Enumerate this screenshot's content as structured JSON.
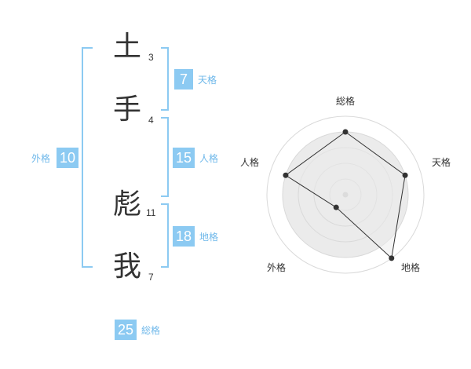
{
  "name": {
    "chars": [
      {
        "char": "土",
        "strokes": "3"
      },
      {
        "char": "手",
        "strokes": "4"
      },
      {
        "char": "彪",
        "strokes": "11"
      },
      {
        "char": "我",
        "strokes": "7"
      }
    ]
  },
  "kaku": {
    "ten": {
      "label": "天格",
      "value": "7"
    },
    "jin": {
      "label": "人格",
      "value": "15"
    },
    "chi": {
      "label": "地格",
      "value": "18"
    },
    "gai": {
      "label": "外格",
      "value": "10"
    },
    "sou": {
      "label": "総格",
      "value": "25"
    }
  },
  "colors": {
    "accent": "#8ccaf2",
    "label": "#6fb8ea",
    "text": "#333333",
    "ring": "#d9d9d9",
    "fill": "#ebebeb"
  },
  "chart_data": {
    "type": "radar",
    "axes": [
      "総格",
      "天格",
      "地格",
      "外格",
      "人格"
    ],
    "max": 5,
    "values": [
      4,
      4,
      5,
      1,
      4
    ],
    "rings": 5
  }
}
